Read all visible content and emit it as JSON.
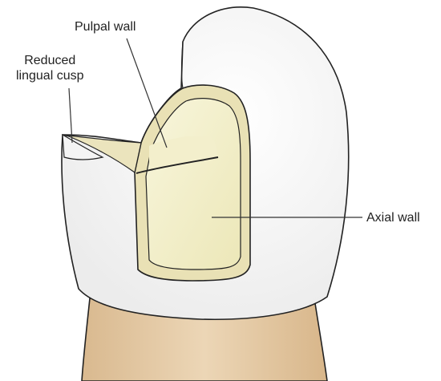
{
  "labels": {
    "pulpal_wall": "Pulpal wall",
    "reduced_lingual_cusp_line1": "Reduced",
    "reduced_lingual_cusp_line2": "lingual cusp",
    "axial_wall": "Axial wall"
  },
  "colors": {
    "root": "#e3caa6",
    "enamel": "#f6f6f6",
    "outline": "#222222",
    "dentin_rim": "#e9e1b5",
    "prep_floor": "#f0edc6",
    "leader_line": "#333333"
  }
}
